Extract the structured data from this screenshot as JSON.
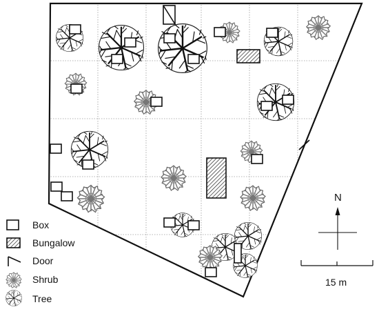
{
  "legend": {
    "box": "Box",
    "bungalow": "Bungalow",
    "door": "Door",
    "shrub": "Shrub",
    "tree": "Tree"
  },
  "compass": {
    "north_label": "N"
  },
  "scale_bar": {
    "label": "15 m"
  },
  "colors": {
    "line": "#111111",
    "grid": "#9a9a9a",
    "shrub": "#777777"
  }
}
